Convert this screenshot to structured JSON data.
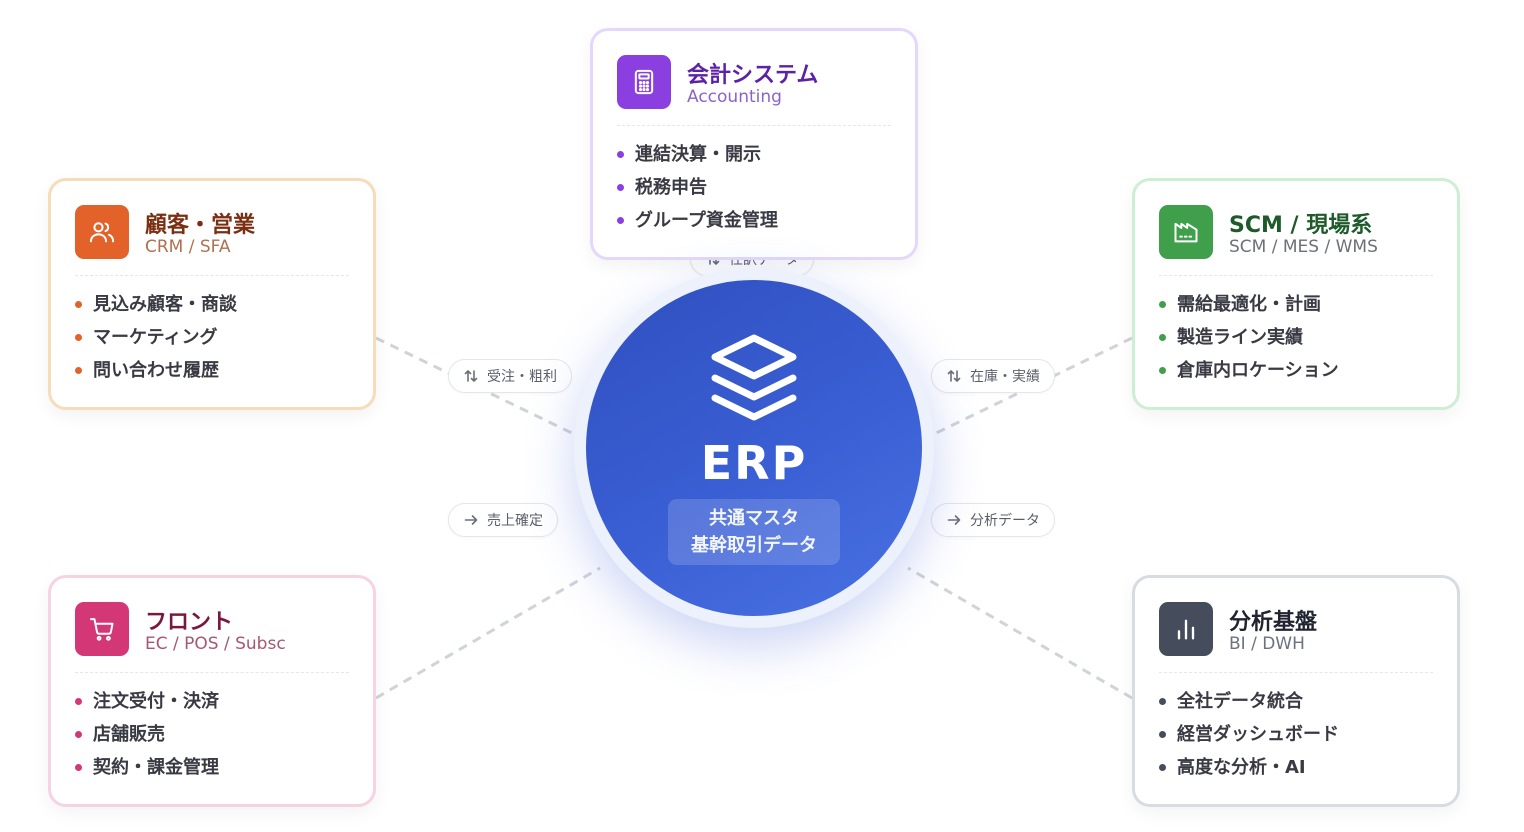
{
  "hub": {
    "title": "ERP",
    "desc_line1": "共通マスタ",
    "desc_line2": "基幹取引データ"
  },
  "modules": {
    "accounting": {
      "icon": "calculator-icon",
      "title": "会計システム",
      "subtitle": "Accounting",
      "color": "#7c3aed",
      "items": [
        "連結決算・開示",
        "税務申告",
        "グループ資金管理"
      ]
    },
    "crm": {
      "icon": "users-icon",
      "title": "顧客・営業",
      "subtitle": "CRM / SFA",
      "color": "#e26a2c",
      "items": [
        "見込み顧客・商談",
        "マーケティング",
        "問い合わせ履歴"
      ]
    },
    "scm": {
      "icon": "factory-icon",
      "title": "SCM / 現場系",
      "subtitle": "SCM / MES / WMS",
      "color": "#3fa34d",
      "items": [
        "需給最適化・計画",
        "製造ライン実績",
        "倉庫内ロケーション"
      ]
    },
    "front": {
      "icon": "cart-icon",
      "title": "フロント",
      "subtitle": "EC / POS / Subsc",
      "color": "#d6336c",
      "items": [
        "注文受付・決済",
        "店舗販売",
        "契約・課金管理"
      ]
    },
    "analytics": {
      "icon": "bar-chart-icon",
      "title": "分析基盤",
      "subtitle": "BI / DWH",
      "color": "#475063",
      "items": [
        "全社データ統合",
        "経営ダッシュボード",
        "高度な分析・AI"
      ]
    }
  },
  "connections": {
    "crm_label": "受注・粗利",
    "scm_label": "在庫・実績",
    "front_label": "売上確定",
    "analytics_label": "分析データ",
    "accounting_label": "仕訳データ"
  }
}
